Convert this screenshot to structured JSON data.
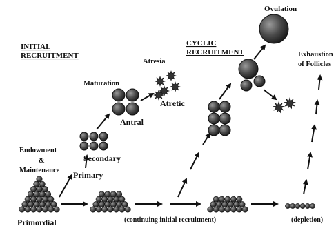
{
  "labels": {
    "initial_recruitment_1": "INITIAL",
    "initial_recruitment_2": "RECRUITMENT",
    "cyclic_recruitment_1": "CYCLIC",
    "cyclic_recruitment_2": "RECRUITMENT",
    "ovulation": "Ovulation",
    "exhaustion_1": "Exhaustion",
    "exhaustion_2": "of Follicles",
    "atresia": "Atresia",
    "atretic": "Atretic",
    "maturation": "Maturation",
    "antral": "Antral",
    "secondary": "Secondary",
    "primary": "Primary",
    "endowment_1": "Endowment",
    "endowment_2": "&",
    "endowment_3": "Maintenance",
    "primordial": "Primordial",
    "continuing": "(continuing initial recruitment)",
    "depletion": "(depletion)"
  }
}
